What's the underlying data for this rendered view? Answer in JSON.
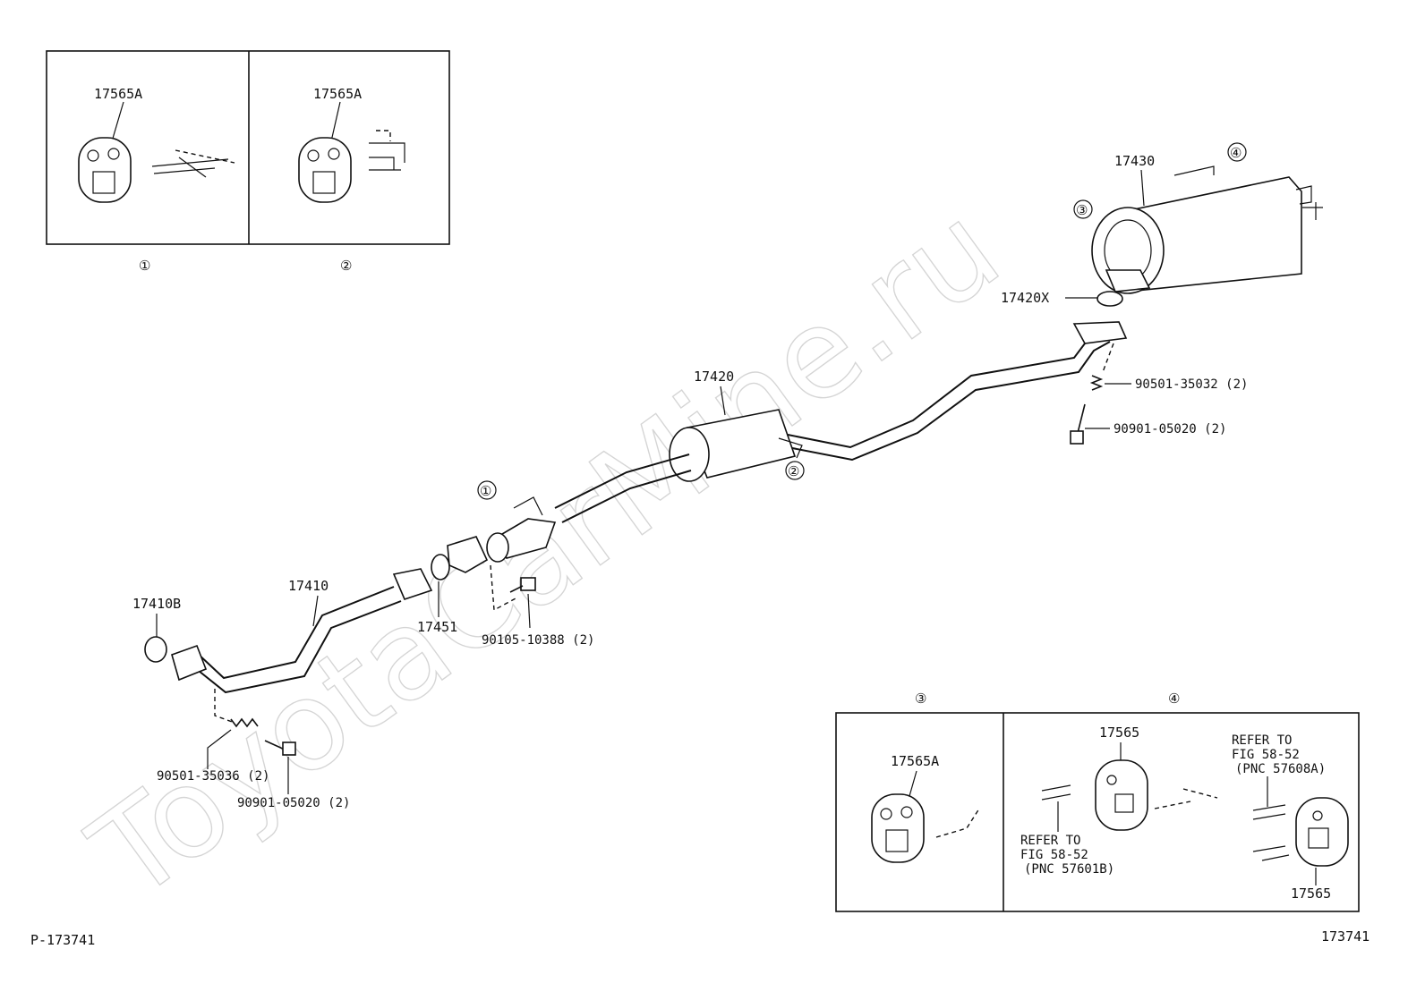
{
  "watermark": "ToyotaCarMine.ru",
  "footer": {
    "left_code": "P-173741",
    "right_code": "173741"
  },
  "callouts": {
    "c1": "①",
    "c2": "②",
    "c3": "③",
    "c4": "④"
  },
  "inset_top": {
    "panel1": {
      "part": "17565A",
      "marker": "①"
    },
    "panel2": {
      "part": "17565A",
      "marker": "②"
    }
  },
  "inset_bottom": {
    "panel3": {
      "marker": "③",
      "part": "17565A"
    },
    "panel4": {
      "marker": "④",
      "part_top": "17565",
      "part_bottom": "17565",
      "refer_left": [
        "REFER TO",
        "FIG 58-52",
        "(PNC 57601B)"
      ],
      "refer_right": [
        "REFER TO",
        "FIG 58-52",
        "(PNC 57608A)"
      ]
    }
  },
  "parts": {
    "p17430": "17430",
    "p17420X": "17420X",
    "p17420": "17420",
    "p90501_35032": "90501-35032 (2)",
    "p90901_05020_top": "90901-05020 (2)",
    "p17410": "17410",
    "p17410B": "17410B",
    "p17451": "17451",
    "p90105_10388": "90105-10388 (2)",
    "p90501_35036": "90501-35036 (2)",
    "p90901_05020_bottom": "90901-05020 (2)"
  }
}
